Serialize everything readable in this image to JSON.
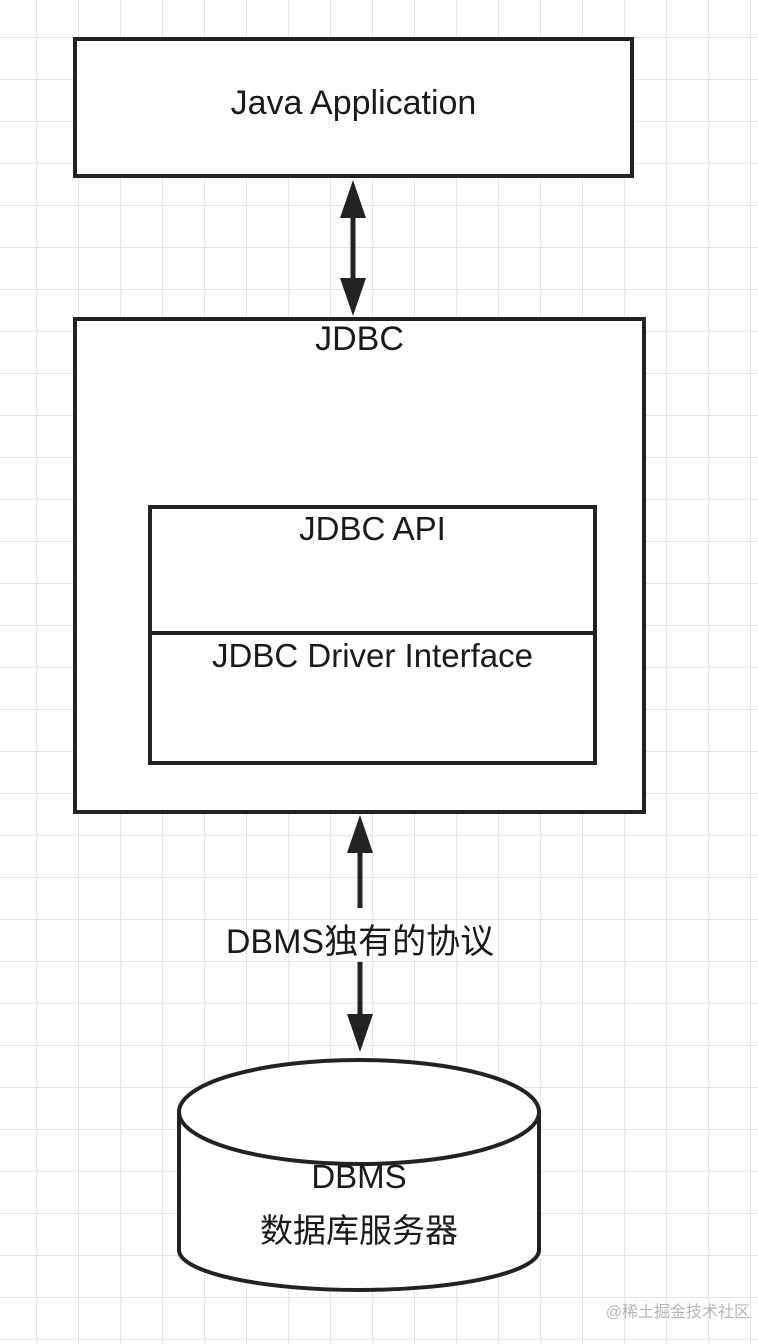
{
  "nodes": {
    "java_app": "Java Application",
    "jdbc": "JDBC",
    "jdbc_api": "JDBC API",
    "jdbc_driver_interface": "JDBC Driver Interface",
    "dbms_line1": "DBMS",
    "dbms_line2": "数据库服务器"
  },
  "edges": {
    "app_jdbc": "",
    "jdbc_dbms": "DBMS独有的协议"
  },
  "watermark": "@稀土掘金技术社区",
  "colors": {
    "stroke": "#222222",
    "grid": "#e6e6e6",
    "text": "#1a1a1a",
    "watermark": "#b5b5b5"
  }
}
